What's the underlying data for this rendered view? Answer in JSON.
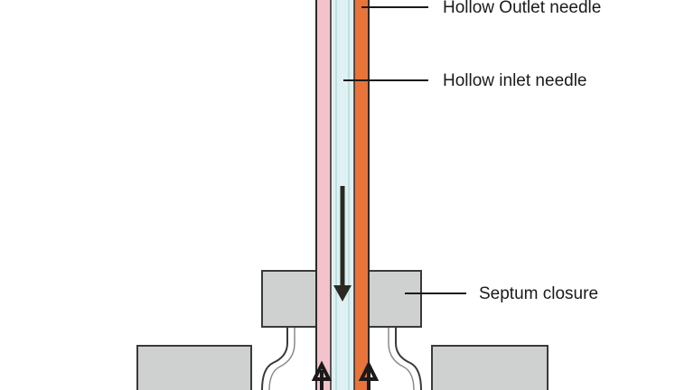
{
  "labels": {
    "outlet": "Hollow Outlet needle",
    "inlet": "Hollow inlet needle",
    "septum": "Septum closure"
  },
  "colors": {
    "outlet_left_wall": "#f3c3cc",
    "outlet_right_wall": "#e8743a",
    "inlet_tube": "#dff1f2",
    "septum_fill": "#cfd0d0",
    "vial_fill": "#cfd0d0",
    "outline": "#3a3a3a",
    "arrow": "#2a2a22"
  },
  "icons": {
    "down_flow": "down-arrow-icon",
    "up_flow": "up-arrow-icon"
  }
}
